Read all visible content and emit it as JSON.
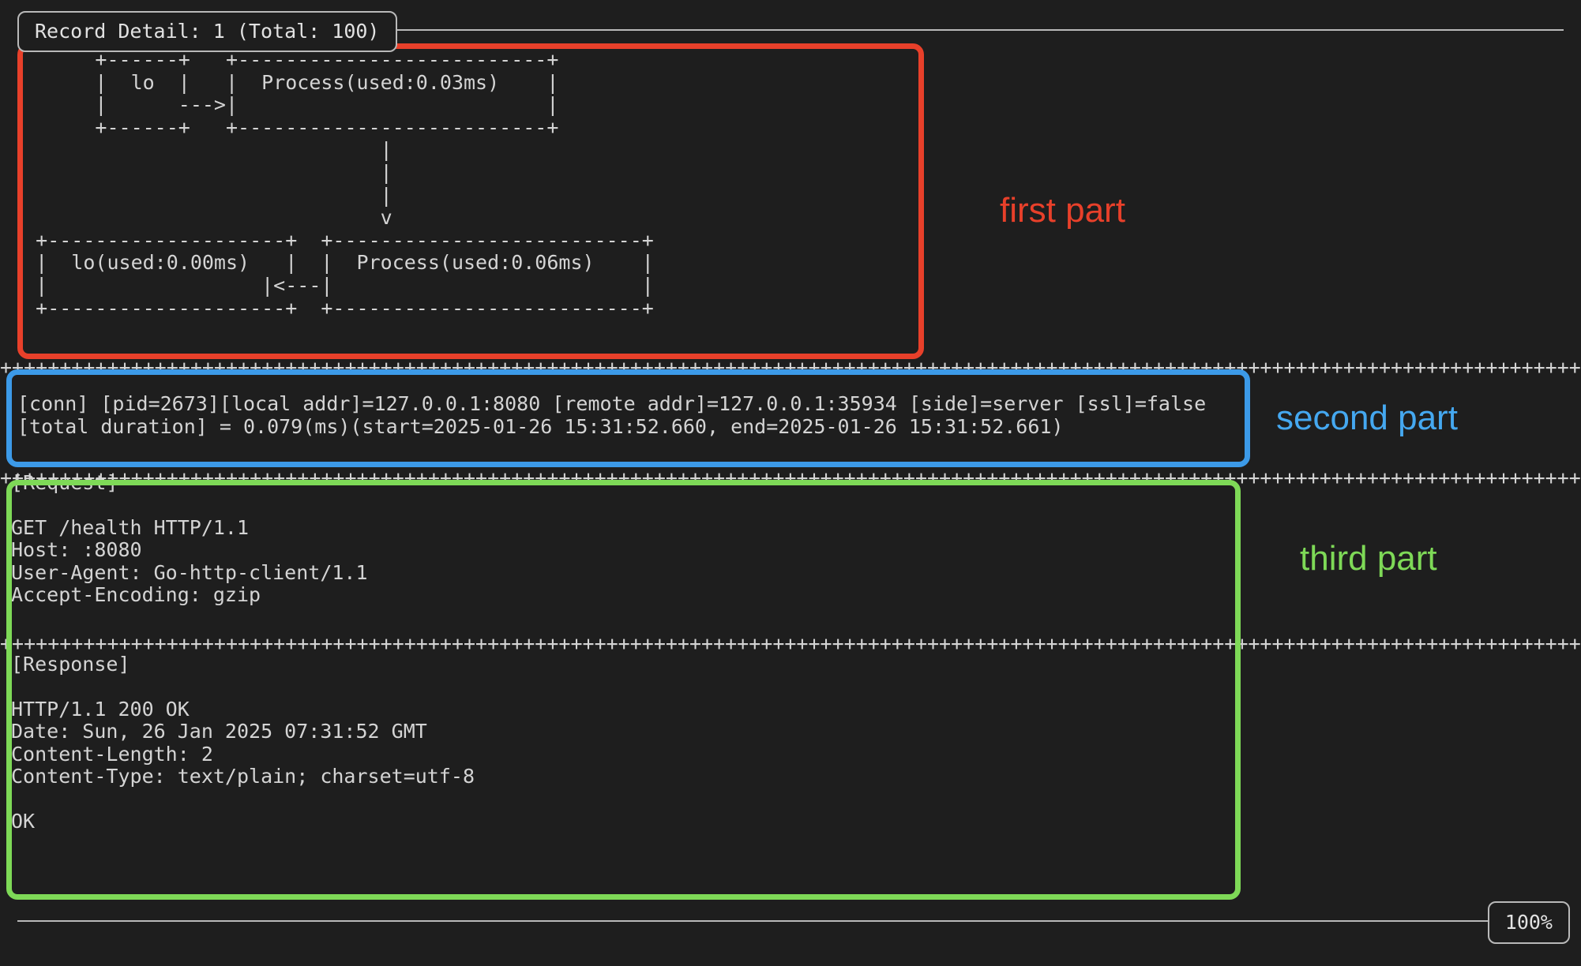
{
  "window": {
    "title": "Record Detail: 1 (Total: 100)",
    "background_color": "#1e1e1e",
    "text_color": "#d4d4d4"
  },
  "first_part": {
    "label": "first part",
    "accent_color": "#e8402a",
    "ascii_diagram": "        +------+   +--------------------------+\n        |  lo  |   |  Process(used:0.03ms)    |\n        |      --->|                          |\n        +------+   +--------------------------+\n                                |\n                                |\n                                |\n                                v\n   +--------------------+  +--------------------------+\n   |  lo(used:0.00ms)   |  |  Process(used:0.06ms)    |\n   |                  |<---|                          |\n   +--------------------+  +--------------------------+",
    "nodes": [
      {
        "name": "lo",
        "used": ""
      },
      {
        "name": "Process",
        "used": "0.03ms"
      },
      {
        "name": "lo",
        "used": "0.00ms"
      },
      {
        "name": "Process",
        "used": "0.06ms"
      }
    ]
  },
  "second_part": {
    "label": "second part",
    "accent_color": "#3c9ae8",
    "lines": [
      "[conn] [pid=2673][local addr]=127.0.0.1:8080 [remote addr]=127.0.0.1:35934 [side]=server [ssl]=false",
      "[total duration] = 0.079(ms)(start=2025-01-26 15:31:52.660, end=2025-01-26 15:31:52.661)"
    ],
    "fields": {
      "pid": "2673",
      "local_addr": "127.0.0.1:8080",
      "remote_addr": "127.0.0.1:35934",
      "side": "server",
      "ssl": "false",
      "total_duration": "0.079(ms)",
      "start": "2025-01-26 15:31:52.660",
      "end": "2025-01-26 15:31:52.661"
    }
  },
  "third_part": {
    "label": "third part",
    "accent_color": "#7ed957",
    "request": {
      "heading": "[Request]",
      "lines": [
        "GET /health HTTP/1.1",
        "Host: :8080",
        "User-Agent: Go-http-client/1.1",
        "Accept-Encoding: gzip"
      ]
    },
    "response": {
      "heading": "[Response]",
      "lines": [
        "HTTP/1.1 200 OK",
        "Date: Sun, 26 Jan 2025 07:31:52 GMT",
        "Content-Length: 2",
        "Content-Type: text/plain; charset=utf-8"
      ],
      "body": "OK"
    }
  },
  "separators": {
    "char": "+",
    "row_top": "++++++++++++++++++++++++++++++++++++++++++++++++++++++++++++++++++++++++++++++++++++++++++++++++++++++++++++++++++++++++++++++++++++",
    "row_mid": "++++++++++++++++++++++++++++++++++++++++++++++++++++++++++++++++++++++++++++++++++++++++++++++++++++++++++++++++++++++++++++++++++++",
    "row_inner": "++++++++++++++++++++++++++++++++++++++++++++++++++++++++++++++++++++++++++++++++++++++++++++++++++++++++++++++++++++++++++++++++++++"
  },
  "status_bar": {
    "zoom_level": "100%"
  }
}
